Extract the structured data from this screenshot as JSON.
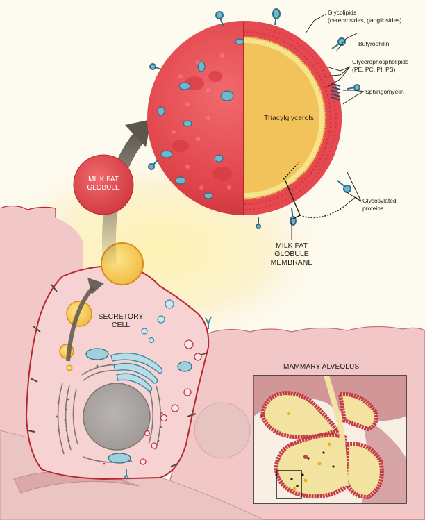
{
  "labels": {
    "glycolipids": "Glycolipids",
    "glycolipids_detail": "(cerebrosides, gangliosides)",
    "butyrophilin": "Butyrophilin",
    "glycerophospholipids": "Glycerophospholipids",
    "glycerophospholipids_detail": "(PE, PC, PI, PS)",
    "sphingomyelin": "Sphingomyelin",
    "triacylglycerols": "Triacylglycerols",
    "glycosylated_proteins_1": "Glycosylated",
    "glycosylated_proteins_2": "proteins",
    "mfgm_1": "MILK FAT",
    "mfgm_2": "GLOBULE",
    "mfgm_3": "MEMBRANE",
    "milk_fat_globule_1": "MILK FAT",
    "milk_fat_globule_2": "GLOBULE",
    "secretory_cell_1": "SECRETORY",
    "secretory_cell_2": "CELL",
    "mammary_alveolus": "MAMMARY ALVEOLUS"
  },
  "colors": {
    "membrane_red": "#e0434a",
    "core_yellow": "#f2c35a",
    "cell_pink": "#f2c7c7",
    "cell_border": "#b9262e",
    "protein_blue": "#5aa7c4",
    "arrow_gray": "#5d564c"
  }
}
